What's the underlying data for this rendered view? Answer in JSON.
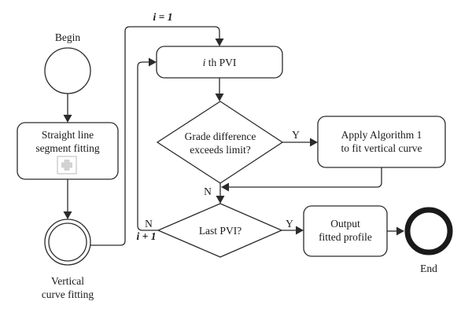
{
  "diagram": {
    "nodes": {
      "begin": {
        "label": "Begin"
      },
      "straight_line": {
        "lines": [
          "Straight line",
          "segment fitting"
        ]
      },
      "vertical_curve": {
        "lines": [
          "Vertical",
          "curve fitting"
        ]
      },
      "ith_pvi": {
        "label_var": "i",
        "label_text": " th PVI"
      },
      "grade_check": {
        "lines": [
          "Grade difference",
          "exceeds limit?"
        ]
      },
      "apply_algorithm": {
        "lines": [
          "Apply Algorithm 1",
          "to fit vertical curve"
        ]
      },
      "last_pvi": {
        "label": "Last PVI?"
      },
      "output": {
        "lines": [
          "Output",
          "fitted profile"
        ]
      },
      "end": {
        "label": "End"
      }
    },
    "edges": {
      "init_label": "i = 1",
      "increment_label": "i + 1",
      "grade_yes": "Y",
      "grade_no": "N",
      "last_yes": "Y",
      "last_no": "N"
    },
    "colors": {
      "stroke": "#2b2b2b",
      "marker": "#cfcfcf"
    }
  }
}
